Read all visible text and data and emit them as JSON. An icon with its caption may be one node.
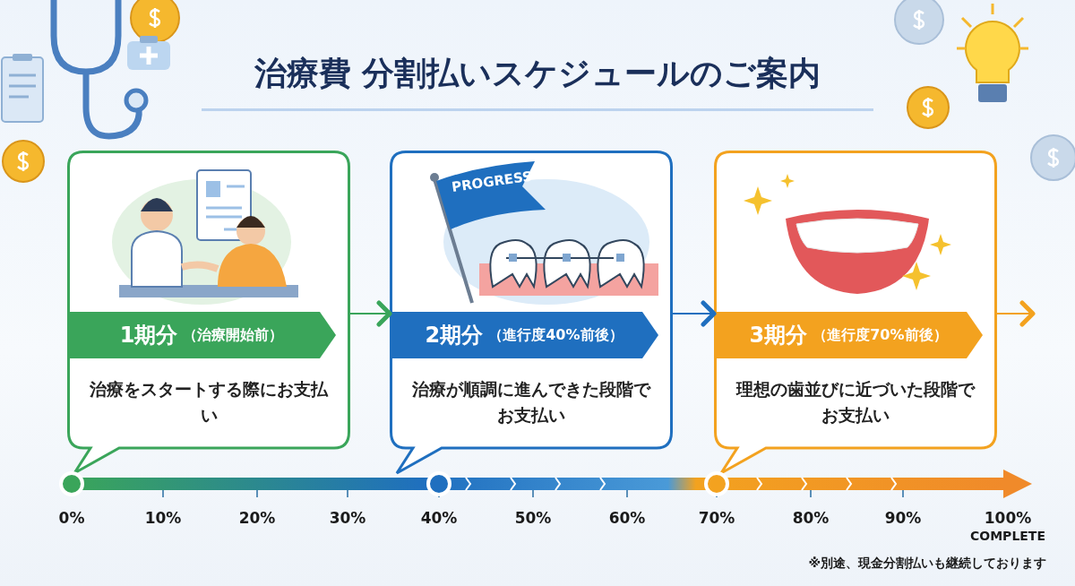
{
  "diagram": {
    "title": "治療費 分割払いスケジュールのご案内",
    "nodes": [
      {
        "text": [
          "1期分",
          "（治療開始前）",
          "治療をスタートする際にお支払い"
        ]
      },
      {
        "text": [
          "2期分",
          "（進行度40%前後）",
          "治療が順調に進んできた段階でお支払い"
        ]
      },
      {
        "text": [
          "3期分",
          "（進行度70%前後）",
          "理想の歯並びに近づいた段階でお支払い"
        ]
      }
    ],
    "edges": [
      {
        "from": 0,
        "to": 1,
        "arrow": "to",
        "color": "#3aa55a"
      },
      {
        "from": 1,
        "to": 2,
        "arrow": "to",
        "color": "#1f6fbf"
      },
      {
        "from": 2,
        "to": null,
        "arrow": "to",
        "color": "#f3a21f"
      }
    ],
    "labels": [
      "PROGRESS",
      "0%",
      "10%",
      "20%",
      "30%",
      "40%",
      "50%",
      "60%",
      "70%",
      "80%",
      "90%",
      "100%",
      "COMPLETE",
      "※別途、現金分割払いも継続しております"
    ]
  }
}
